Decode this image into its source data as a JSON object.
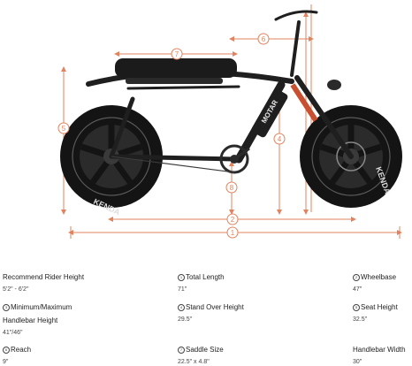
{
  "colors": {
    "dimension": "#e2835f",
    "frame": "#1f1f1f",
    "tire": "#141414",
    "rim": "#3a3a3a",
    "text": "#222222"
  },
  "diagram": {
    "markers": [
      "1",
      "2",
      "4",
      "5",
      "6",
      "7",
      "8"
    ],
    "tire_brand": "KENDA",
    "frame_logo": "MOTAR"
  },
  "specs": [
    {
      "marker": "",
      "label": "Recommend Rider Height",
      "value": "5'2\" - 6'2\""
    },
    {
      "marker": "1",
      "label": "Total Length",
      "value": "71\""
    },
    {
      "marker": "2",
      "label": "Wheelbase",
      "value": "47\""
    },
    {
      "marker": "3",
      "label": "Minimum/Maximum",
      "label2": "Handlebar Height",
      "value": "41\"/46\""
    },
    {
      "marker": "4",
      "label": "Stand Over Height",
      "value": "29.5\""
    },
    {
      "marker": "5",
      "label": "Seat Height",
      "value": "32.5\""
    },
    {
      "marker": "6",
      "label": "Reach",
      "value": "9\""
    },
    {
      "marker": "7",
      "label": "Saddle Size",
      "value": "22.5\" x 4.8\""
    },
    {
      "marker": "",
      "label": "Handlebar Width",
      "value": "30\""
    }
  ]
}
